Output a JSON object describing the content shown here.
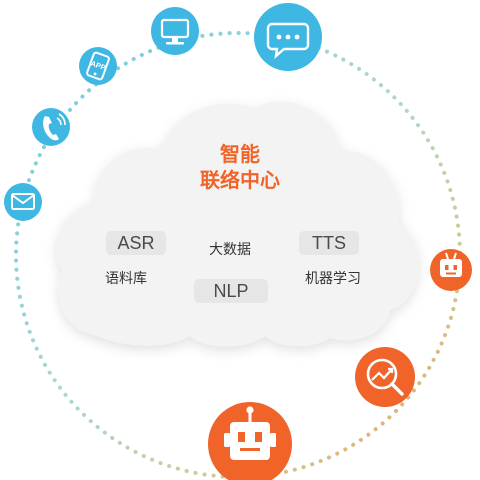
{
  "center": {
    "title_line1": "智能",
    "title_line2": "联络中心"
  },
  "modules": {
    "asr": "ASR",
    "tts": "TTS",
    "nlp": "NLP",
    "big_data": "大数据",
    "corpus": "语料库",
    "machine_learning": "机器学习"
  },
  "channels": {
    "left_icons": [
      "mail-icon",
      "phone-icon",
      "app-icon",
      "monitor-icon",
      "chat-icon"
    ],
    "right_icons": [
      "robot-small-icon",
      "analytics-icon",
      "robot-large-icon"
    ]
  },
  "colors": {
    "blue": "#3fb7e3",
    "orange": "#f0642a",
    "cloud": "#f3f3f3",
    "pill": "#e6e6e6"
  }
}
